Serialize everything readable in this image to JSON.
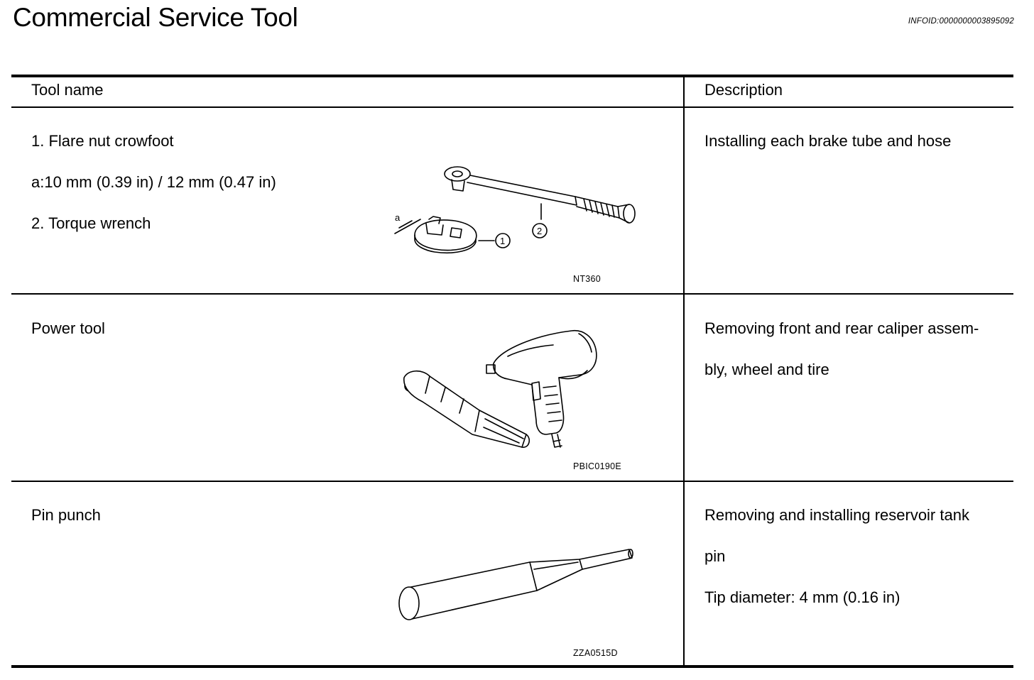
{
  "page": {
    "title": "Commercial Service Tool",
    "info_id": "INFOID:0000000003895092"
  },
  "table": {
    "headers": {
      "tool_name": "Tool name",
      "description": "Description"
    },
    "rows": [
      {
        "tool_lines": [
          "1. Flare nut crowfoot",
          "  a:10 mm (0.39 in) / 12 mm (0.47 in)",
          "2. Torque wrench"
        ],
        "description_lines": [
          "Installing each brake tube and hose"
        ],
        "figure_code": "NT360",
        "figure_callouts": [
          "a",
          "1",
          "2"
        ]
      },
      {
        "tool_lines": [
          "Power tool"
        ],
        "description_lines": [
          "Removing front and rear caliper assem-",
          "bly, wheel and tire"
        ],
        "figure_code": "PBIC0190E"
      },
      {
        "tool_lines": [
          "Pin punch"
        ],
        "description_lines": [
          "Removing and installing reservoir tank",
          "pin",
          "Tip diameter: 4 mm (0.16 in)"
        ],
        "figure_code": "ZZA0515D"
      }
    ]
  }
}
